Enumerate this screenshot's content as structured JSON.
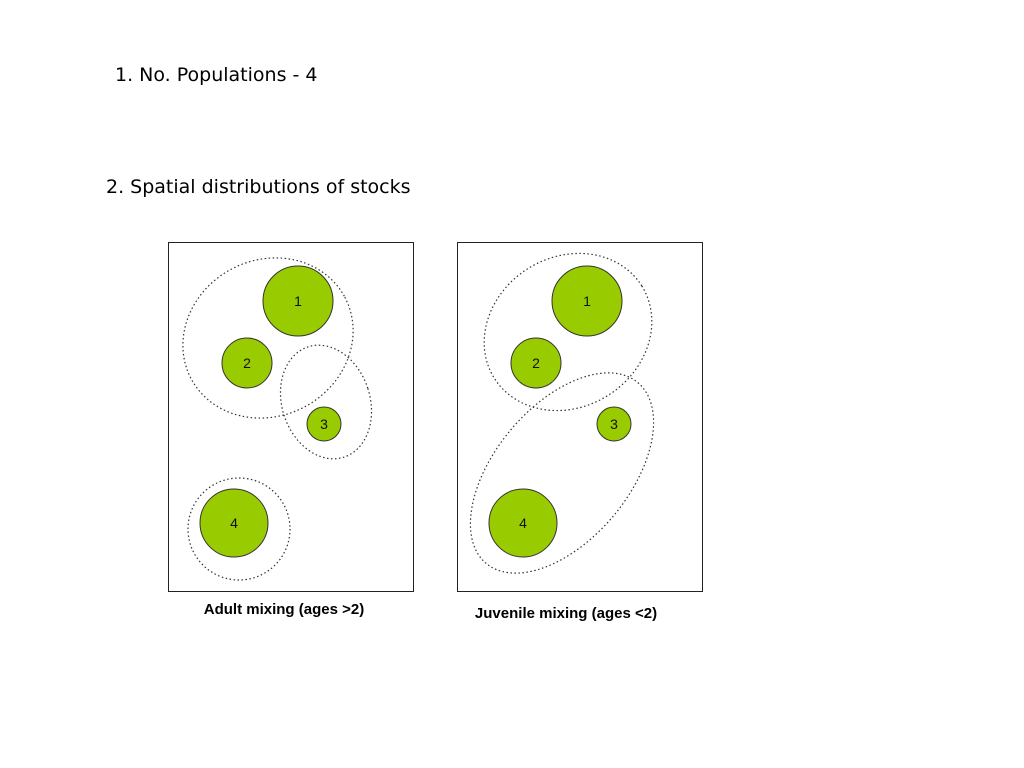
{
  "slide": {
    "point_1": "1. No. Populations - 4",
    "point_2": "2. Spatial distributions of stocks"
  },
  "colors": {
    "stock_fill": "#99cc00",
    "outline": "#333333"
  },
  "panels": [
    {
      "id": "adult",
      "caption": "Adult mixing (ages >2)",
      "stocks": [
        "1",
        "2",
        "3",
        "4"
      ]
    },
    {
      "id": "juvenile",
      "caption": "Juvenile mixing (ages <2)",
      "stocks": [
        "1",
        "2",
        "3",
        "4"
      ]
    }
  ]
}
